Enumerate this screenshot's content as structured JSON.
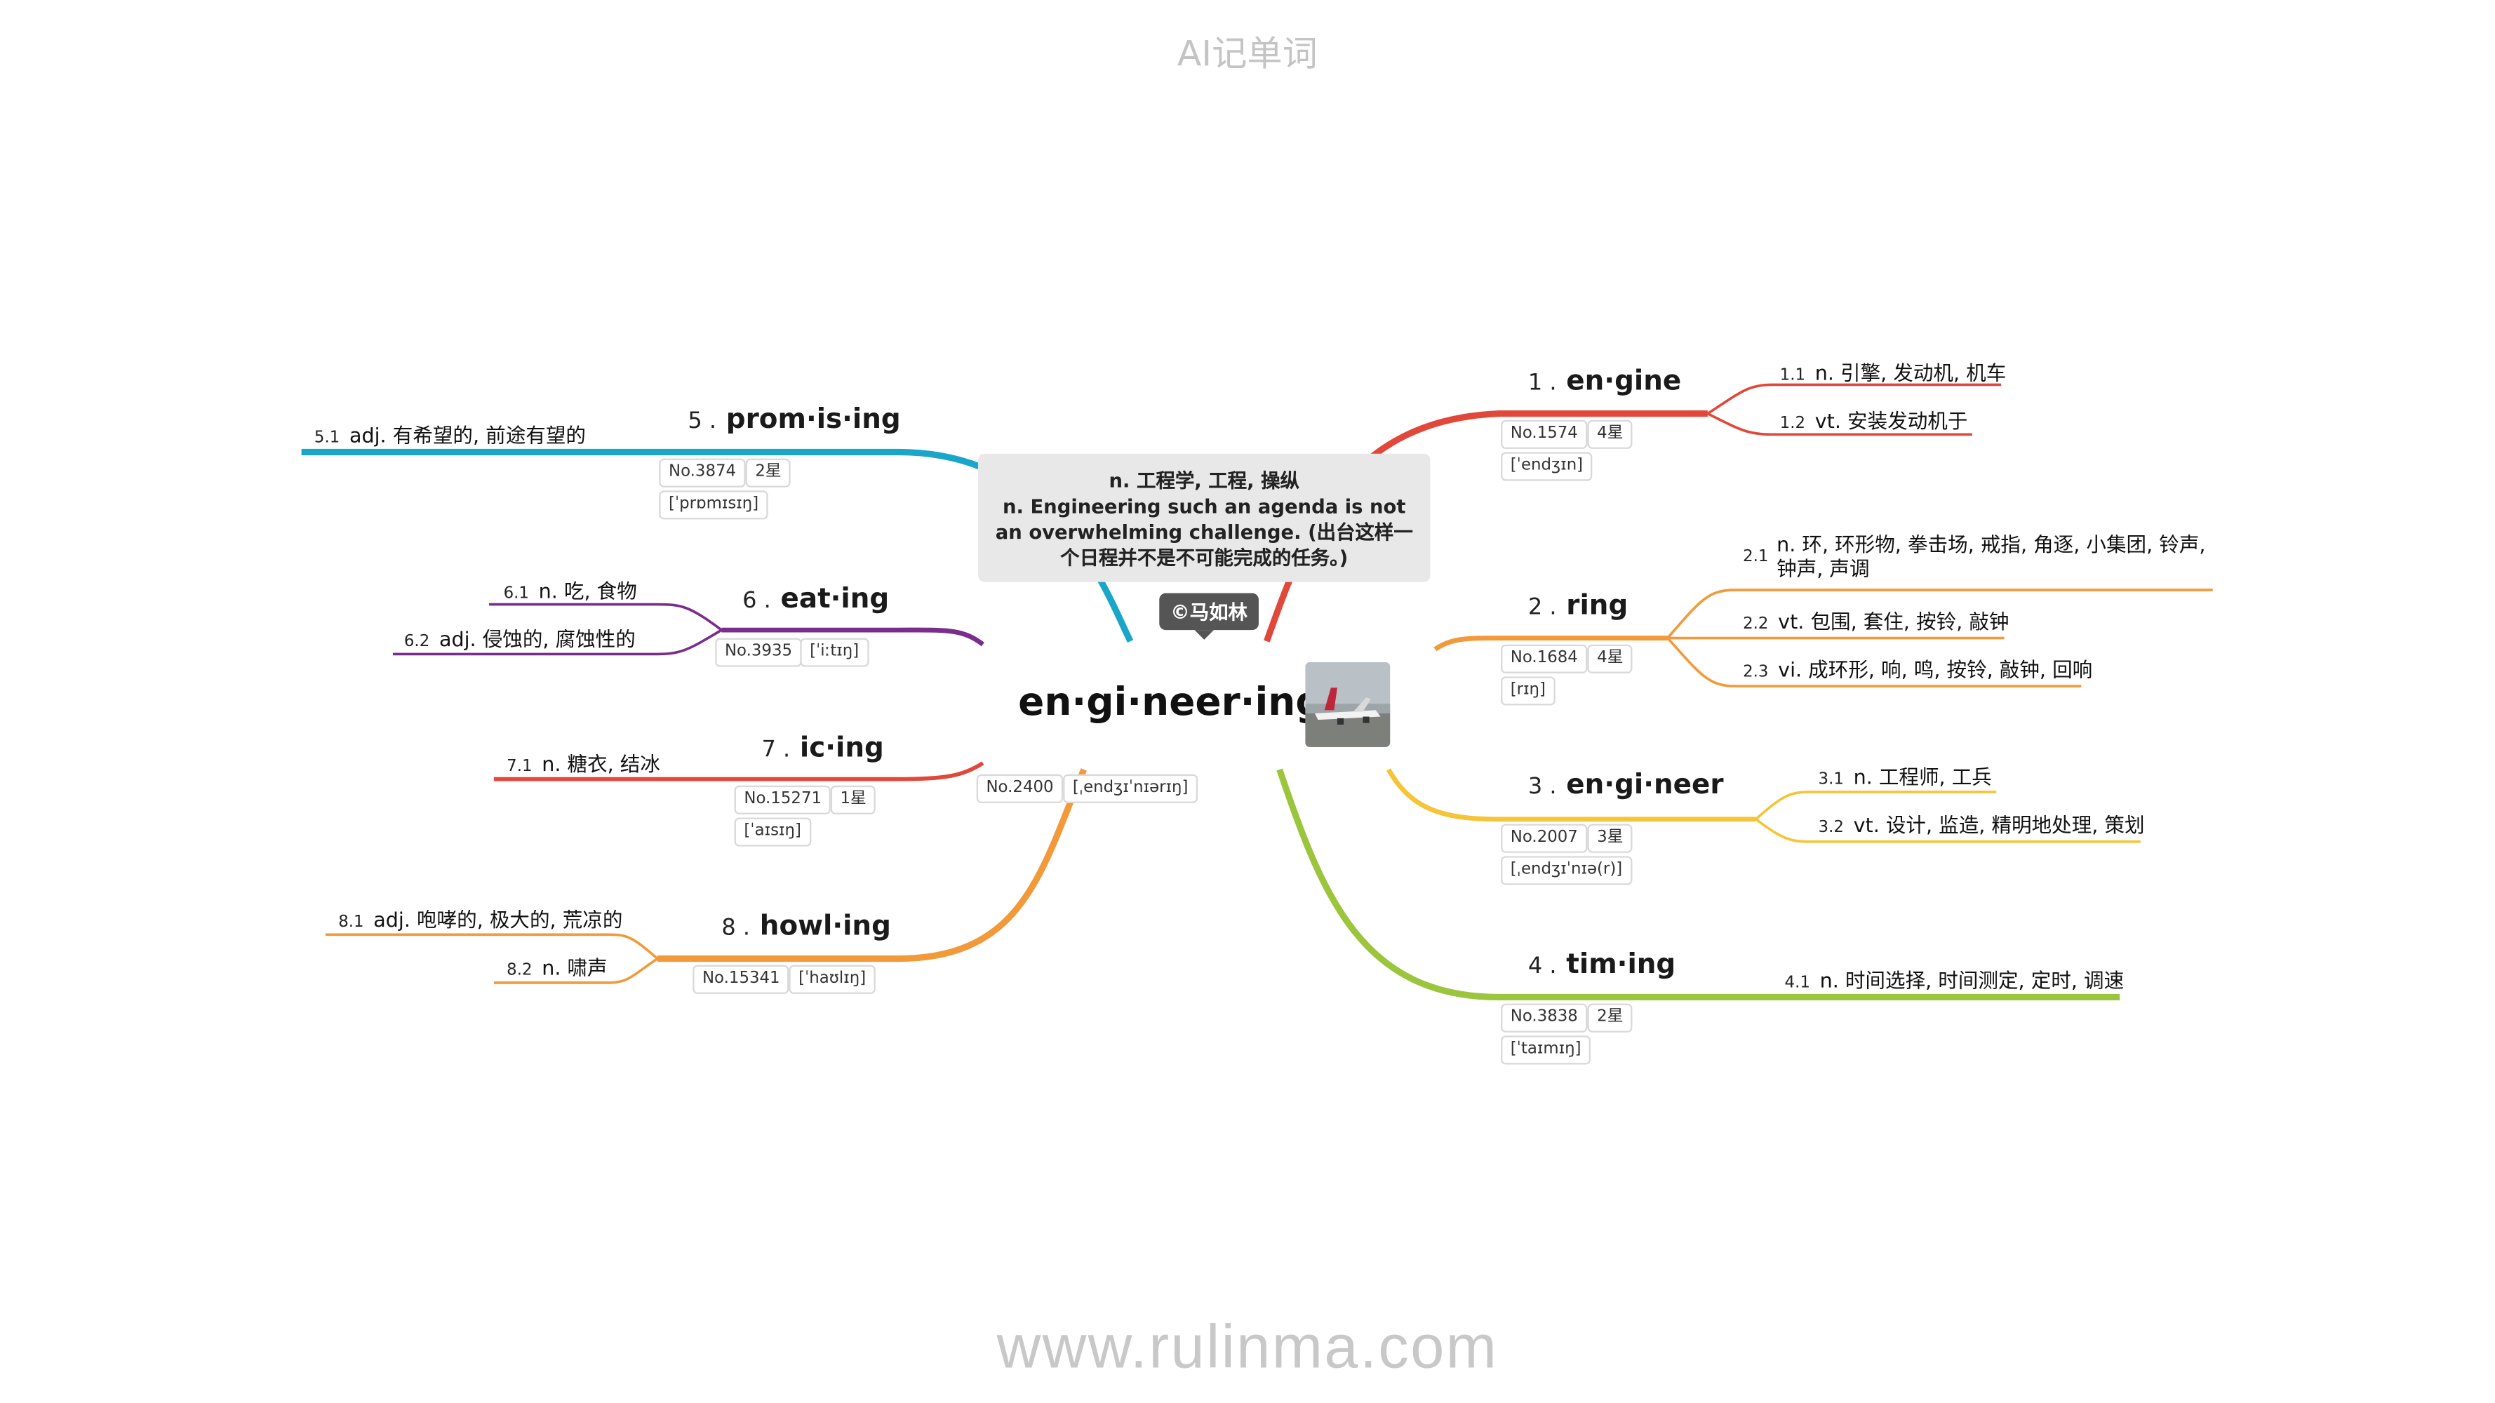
{
  "header": "AI记单词",
  "footer": "www.rulinma.com",
  "colors": {
    "engine": "#e2483a",
    "ring": "#f29a3a",
    "engineer": "#f5c437",
    "timing": "#9bc53d",
    "promising": "#1aa6c8",
    "eating": "#7b2d8e",
    "icing": "#e2483a",
    "howling": "#f29a3a"
  },
  "center": {
    "word": "en·gi·neer·ing",
    "no": "No.2400",
    "phonetic": "[ˌendʒɪˈnɪərɪŋ]",
    "photo_icon": "airplane-photo",
    "note_line1": "n. 工程学, 工程, 操纵",
    "note_line2": "n. Engineering such an agenda is not an overwhelming challenge. (出台这样一个日程并不是不可能完成的任务。)",
    "author": "©马如林"
  },
  "branches": {
    "b1": {
      "num": "1 .",
      "word": "en·gine",
      "no": "No.1574",
      "stars": "4星",
      "phonetic": "[ˈendʒɪn]",
      "senses": [
        {
          "num": "1.1",
          "text": "n. 引擎, 发动机, 机车"
        },
        {
          "num": "1.2",
          "text": "vt. 安装发动机于"
        }
      ]
    },
    "b2": {
      "num": "2 .",
      "word": "ring",
      "no": "No.1684",
      "stars": "4星",
      "phonetic": "[rɪŋ]",
      "senses": [
        {
          "num": "2.1",
          "text": "n. 环, 环形物, 拳击场, 戒指, 角逐, 小集团, 铃声, 钟声, 声调"
        },
        {
          "num": "2.2",
          "text": "vt. 包围, 套住, 按铃, 敲钟"
        },
        {
          "num": "2.3",
          "text": "vi. 成环形, 响, 鸣, 按铃, 敲钟, 回响"
        }
      ]
    },
    "b3": {
      "num": "3 .",
      "word": "en·gi·neer",
      "no": "No.2007",
      "stars": "3星",
      "phonetic": "[ˌendʒɪˈnɪə(r)]",
      "senses": [
        {
          "num": "3.1",
          "text": "n. 工程师, 工兵"
        },
        {
          "num": "3.2",
          "text": "vt. 设计, 监造, 精明地处理, 策划"
        }
      ]
    },
    "b4": {
      "num": "4 .",
      "word": "tim·ing",
      "no": "No.3838",
      "stars": "2星",
      "phonetic": "[ˈtaɪmɪŋ]",
      "senses": [
        {
          "num": "4.1",
          "text": "n. 时间选择, 时间测定, 定时, 调速"
        }
      ]
    },
    "b5": {
      "num": "5 .",
      "word": "prom·is·ing",
      "no": "No.3874",
      "stars": "2星",
      "phonetic": "[ˈprɒmɪsɪŋ]",
      "senses": [
        {
          "num": "5.1",
          "text": "adj. 有希望的, 前途有望的"
        }
      ]
    },
    "b6": {
      "num": "6 .",
      "word": "eat·ing",
      "no": "No.3935",
      "phonetic": "[ˈiːtɪŋ]",
      "senses": [
        {
          "num": "6.1",
          "text": "n. 吃, 食物"
        },
        {
          "num": "6.2",
          "text": "adj. 侵蚀的, 腐蚀性的"
        }
      ]
    },
    "b7": {
      "num": "7 .",
      "word": "ic·ing",
      "no": "No.15271",
      "stars": "1星",
      "phonetic": "[ˈaɪsɪŋ]",
      "senses": [
        {
          "num": "7.1",
          "text": "n. 糖衣, 结冰"
        }
      ]
    },
    "b8": {
      "num": "8 .",
      "word": "howl·ing",
      "no": "No.15341",
      "phonetic": "[ˈhaʊlɪŋ]",
      "senses": [
        {
          "num": "8.1",
          "text": "adj. 咆哮的, 极大的, 荒凉的"
        },
        {
          "num": "8.2",
          "text": "n. 啸声"
        }
      ]
    }
  }
}
